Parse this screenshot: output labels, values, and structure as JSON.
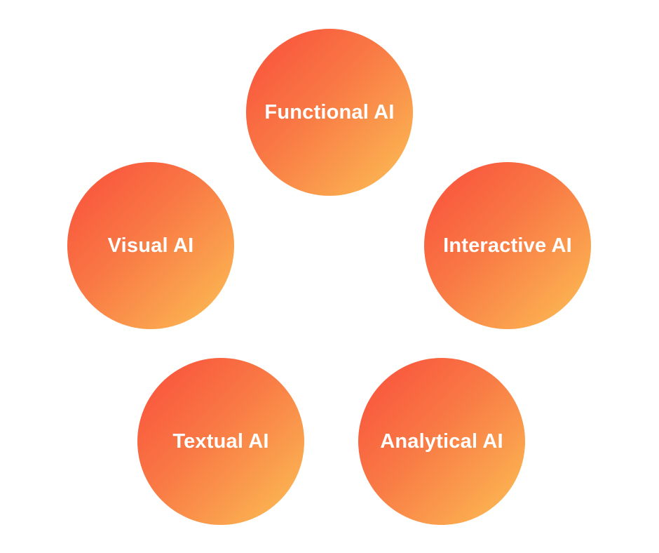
{
  "diagram": {
    "background_color": "#ffffff",
    "node_gradient_from": "#f94c3b",
    "node_gradient_to": "#fcc155",
    "node_text_color": "#ffffff",
    "nodes": [
      {
        "id": "functional-ai",
        "label": "Functional AI"
      },
      {
        "id": "visual-ai",
        "label": "Visual AI"
      },
      {
        "id": "interactive-ai",
        "label": "Interactive AI"
      },
      {
        "id": "textual-ai",
        "label": "Textual AI"
      },
      {
        "id": "analytical-ai",
        "label": "Analytical AI"
      }
    ]
  }
}
